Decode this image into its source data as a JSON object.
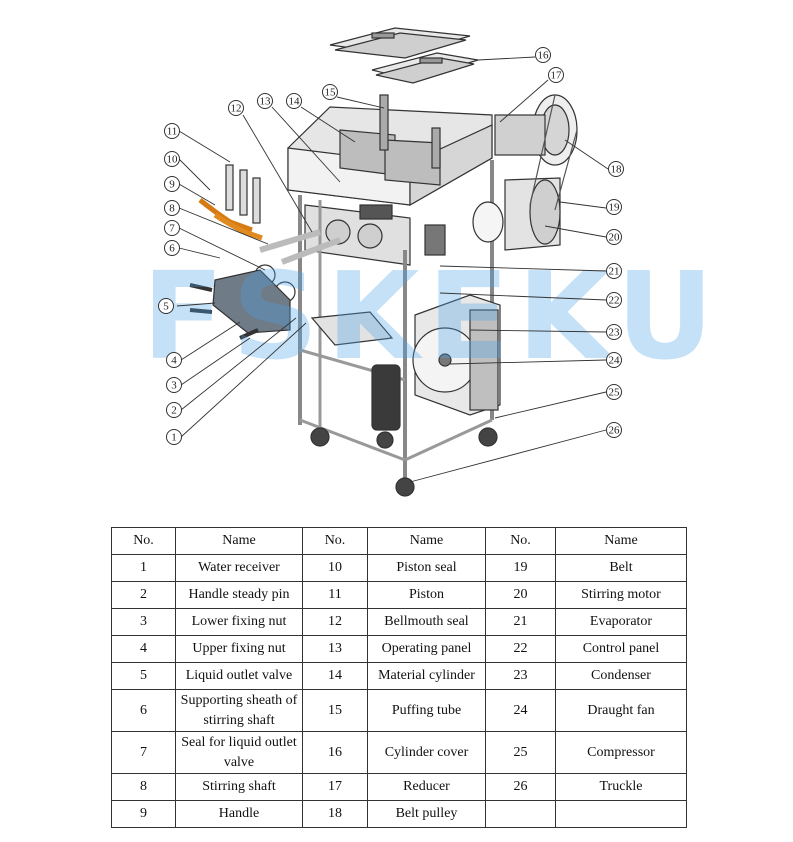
{
  "watermark": "FSKEKU",
  "callouts": [
    "1",
    "2",
    "3",
    "4",
    "5",
    "6",
    "7",
    "8",
    "9",
    "10",
    "11",
    "12",
    "13",
    "14",
    "15",
    "16",
    "17",
    "18",
    "19",
    "20",
    "21",
    "22",
    "23",
    "24",
    "25",
    "26"
  ],
  "table": {
    "headers": [
      "No.",
      "Name",
      "No.",
      "Name",
      "No.",
      "Name"
    ],
    "rows": [
      [
        "1",
        "Water receiver",
        "10",
        "Piston seal",
        "19",
        "Belt"
      ],
      [
        "2",
        "Handle steady pin",
        "11",
        "Piston",
        "20",
        "Stirring motor"
      ],
      [
        "3",
        "Lower fixing nut",
        "12",
        "Bellmouth seal",
        "21",
        "Evaporator"
      ],
      [
        "4",
        "Upper fixing nut",
        "13",
        "Operating panel",
        "22",
        "Control panel"
      ],
      [
        "5",
        "Liquid outlet valve",
        "14",
        "Material cylinder",
        "23",
        "Condenser"
      ],
      [
        "6",
        "Supporting sheath of stirring shaft",
        "15",
        "Puffing tube",
        "24",
        "Draught fan"
      ],
      [
        "7",
        "Seal for liquid outlet valve",
        "16",
        "Cylinder cover",
        "25",
        "Compressor"
      ],
      [
        "8",
        "Stirring shaft",
        "17",
        "Reducer",
        "26",
        "Truckle"
      ],
      [
        "9",
        "Handle",
        "18",
        "Belt pulley",
        "",
        ""
      ]
    ]
  }
}
